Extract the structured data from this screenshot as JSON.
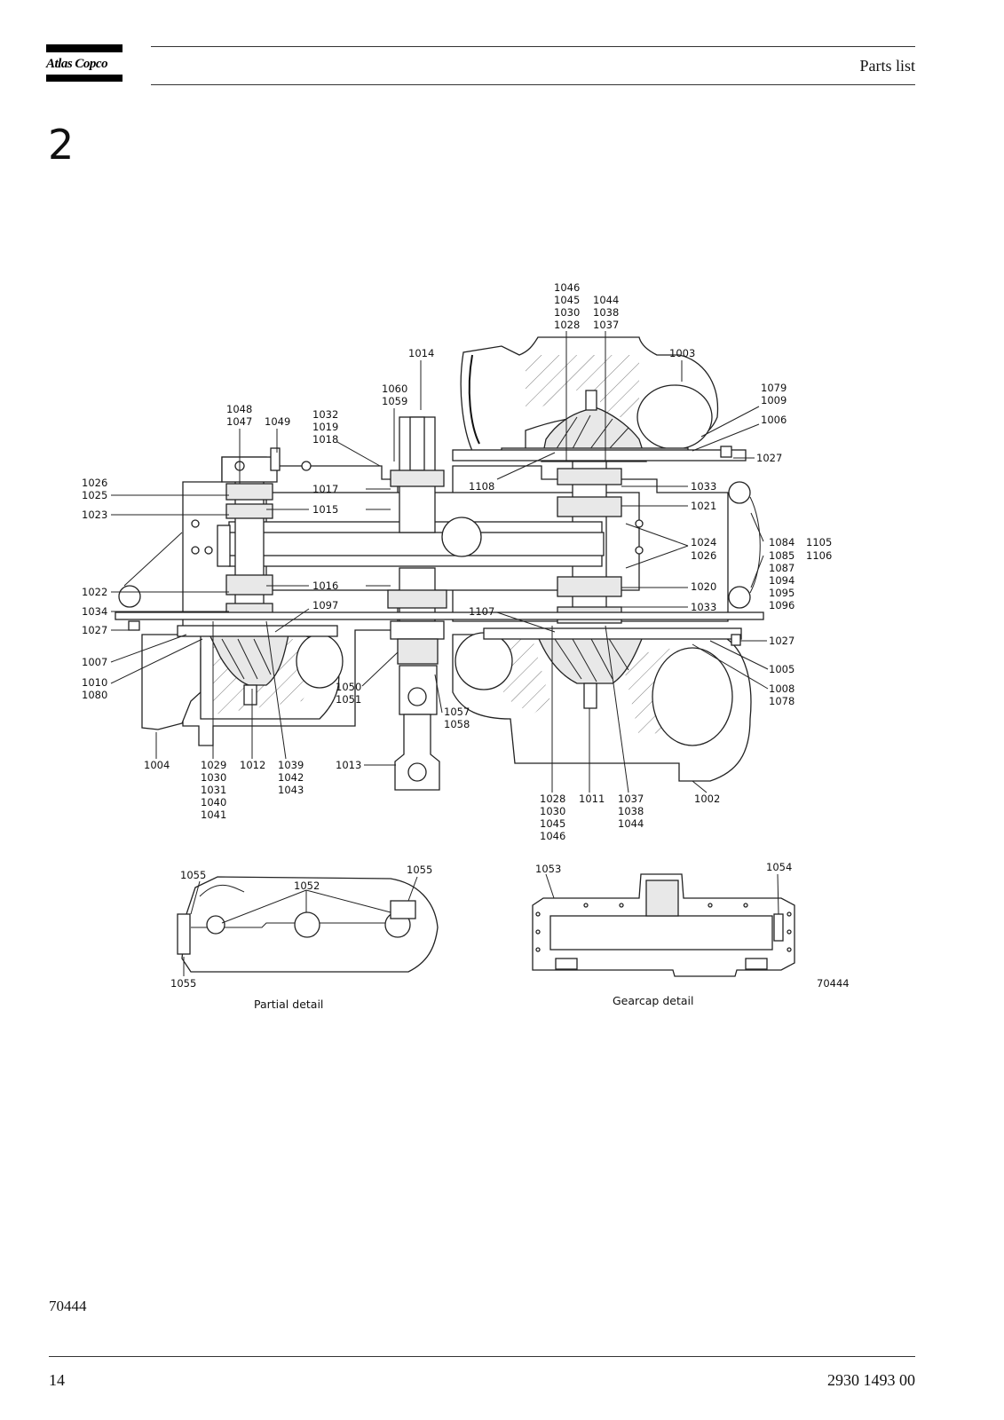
{
  "header": {
    "logo_text": "Atlas Copco",
    "title": "Parts list"
  },
  "section": {
    "number": "2"
  },
  "drawing": {
    "callouts": {
      "c1046": "1046",
      "c1045": "1045",
      "c1030": "1030",
      "c1028": "1028",
      "c1044": "1044",
      "c1038": "1038",
      "c1037": "1037",
      "c1014": "1014",
      "c1003": "1003",
      "c1060": "1060",
      "c1059": "1059",
      "c1079": "1079",
      "c1009": "1009",
      "c1006": "1006",
      "c1048": "1048",
      "c1047": "1047",
      "c1049": "1049",
      "c1032": "1032",
      "c1019": "1019",
      "c1018": "1018",
      "c1027a": "1027",
      "c1026a": "1026",
      "c1025": "1025",
      "c1023": "1023",
      "c1017": "1017",
      "c1015": "1015",
      "c1108": "1108",
      "c1033a": "1033",
      "c1021": "1021",
      "c1024": "1024",
      "c1026b": "1026",
      "c1084": "1084",
      "c1085": "1085",
      "c1087": "1087",
      "c1094": "1094",
      "c1095": "1095",
      "c1096": "1096",
      "c1105": "1105",
      "c1106": "1106",
      "c1022": "1022",
      "c1016": "1016",
      "c1020": "1020",
      "c1034": "1034",
      "c1097": "1097",
      "c1107": "1107",
      "c1033b": "1033",
      "c1027b": "1027",
      "c1027c": "1027",
      "c1007": "1007",
      "c1005": "1005",
      "c1010": "1010",
      "c1080": "1080",
      "c1050": "1050",
      "c1051": "1051",
      "c1008": "1008",
      "c1078": "1078",
      "c1057": "1057",
      "c1058": "1058",
      "c1004": "1004",
      "c1029": "1029",
      "c1030b": "1030",
      "c1031": "1031",
      "c1040": "1040",
      "c1041": "1041",
      "c1012": "1012",
      "c1039": "1039",
      "c1042": "1042",
      "c1043": "1043",
      "c1013": "1013",
      "c1028b": "1028",
      "c1030c": "1030",
      "c1045b": "1045",
      "c1046b": "1046",
      "c1011": "1011",
      "c1037b": "1037",
      "c1038b": "1038",
      "c1044b": "1044",
      "c1002": "1002"
    },
    "partial_detail": {
      "caption": "Partial detail",
      "c1055a": "1055",
      "c1052": "1052",
      "c1055b": "1055",
      "c1055c": "1055"
    },
    "gearcap_detail": {
      "caption": "Gearcap detail",
      "c1053": "1053",
      "c1054": "1054",
      "figure_id": "70444"
    }
  },
  "footer": {
    "ref_code": "70444",
    "page_number": "14",
    "doc_number": "2930 1493 00"
  }
}
